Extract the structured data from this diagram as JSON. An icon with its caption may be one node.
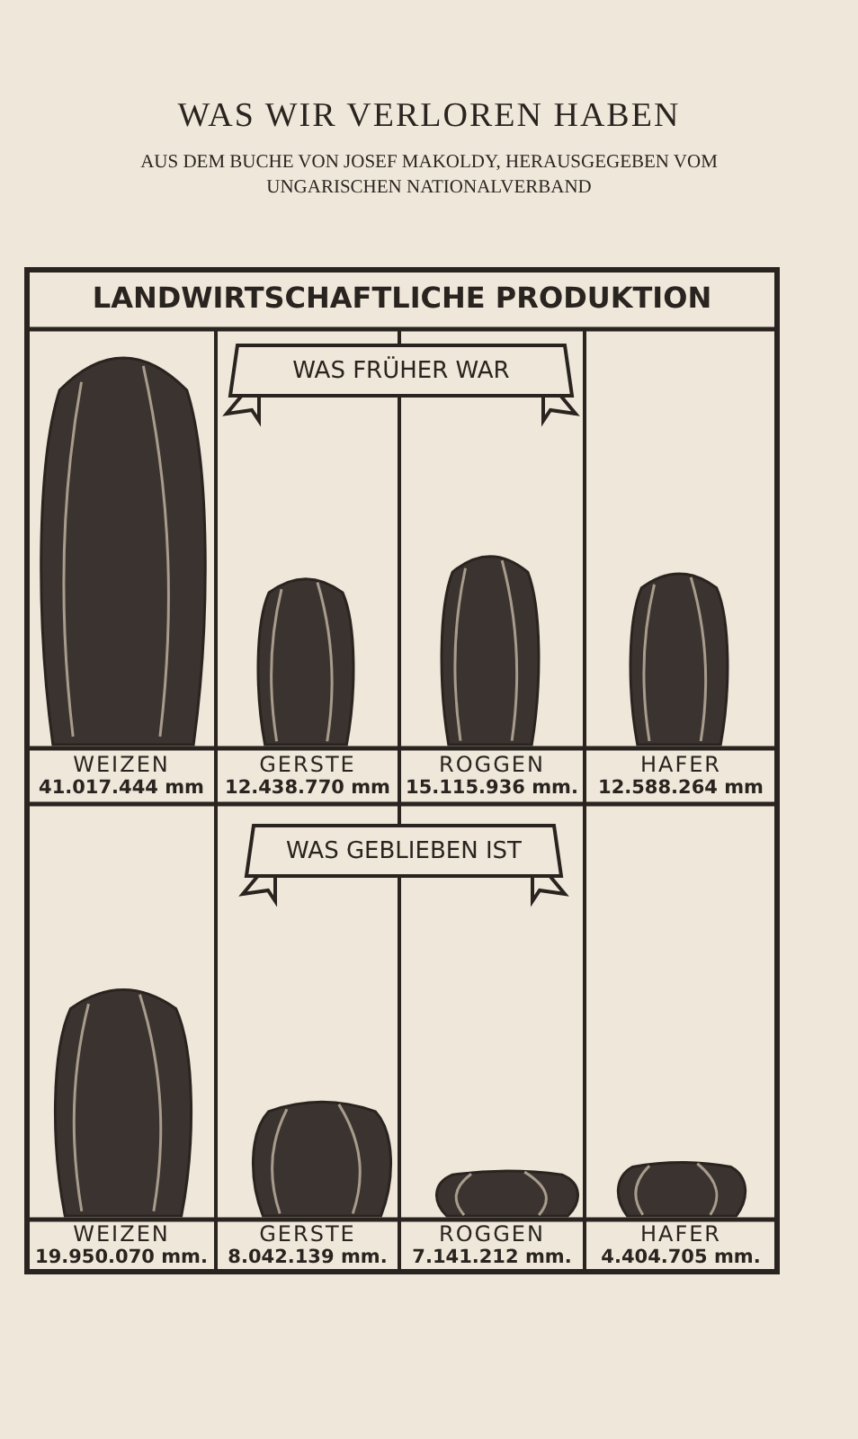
{
  "diagram": {
    "title": "WAS WIR VERLOREN HABEN",
    "labels": [
      "AUS DEM BUCHE VON JOSEF MAKOLDY, HERAUSGEGEBEN VOM UNGARISCHEN NATIONALVERBAND",
      "LANDWIRTSCHAFTLICHE PRODUKTION",
      "WAS FRÜHER WAR",
      "WEIZEN",
      "41.017.444 mm",
      "GERSTE",
      "12.438.770 mm",
      "ROGGEN",
      "15.115.936 mm.",
      "HAFER",
      "12.588.264 mm",
      "WAS GEBLIEBEN IST",
      "WEIZEN",
      "19.950.070 mm.",
      "GERSTE",
      "8.042.139 mm.",
      "ROGGEN",
      "7.141.212 mm.",
      "HAFER",
      "4.404.705 mm."
    ]
  }
}
